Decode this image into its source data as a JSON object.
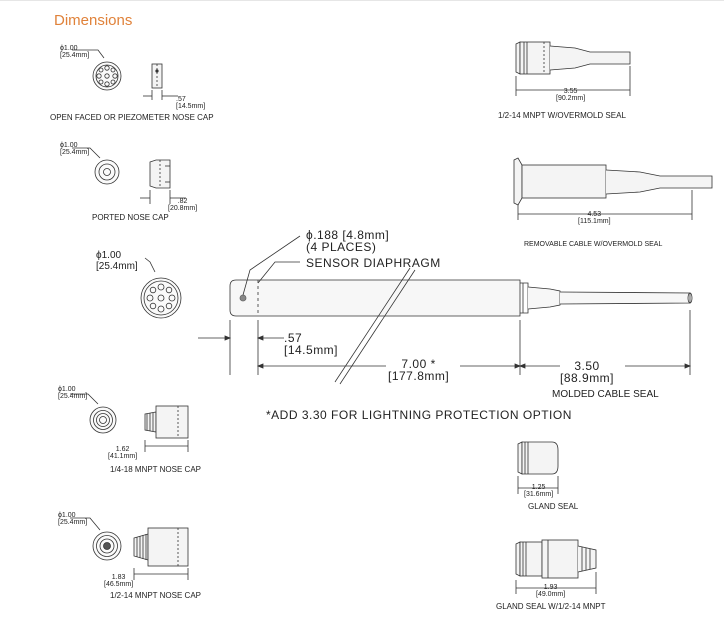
{
  "title": "Dimensions",
  "open_faced": {
    "dia": "ϕ1.00",
    "dia_mm": "[25.4mm]",
    "len": ".57",
    "len_mm": "[14.5mm]",
    "caption": "OPEN FACED OR PIEZOMETER NOSE CAP"
  },
  "ported": {
    "dia": "ϕ1.00",
    "dia_mm": "[25.4mm]",
    "len": ".82",
    "len_mm": "[20.8mm]",
    "caption": "PORTED NOSE CAP"
  },
  "main": {
    "end_dia": "ϕ1.00",
    "end_dia_mm": "[25.4mm]",
    "hole": "ϕ.188  [4.8mm]",
    "hole_count": "(4 PLACES)",
    "diaphragm": "SENSOR DIAPHRAGM",
    "nose_len": ".57",
    "nose_len_mm": "[14.5mm]",
    "body_len": "7.00 *",
    "body_len_mm": "[177.8mm]",
    "seal_len": "3.50",
    "seal_len_mm": "[88.9mm]",
    "seal_caption": "MOLDED CABLE SEAL",
    "note": "*ADD 3.30 FOR LIGHTNING PROTECTION OPTION"
  },
  "mnpt14": {
    "dia": "ϕ1.00",
    "dia_mm": "[25.4mm]",
    "len": "1.62",
    "len_mm": "[41.1mm]",
    "caption": "1/4-18 MNPT NOSE CAP"
  },
  "mnpt12": {
    "dia": "ϕ1.00",
    "dia_mm": "[25.4mm]",
    "len": "1.83",
    "len_mm": "[46.5mm]",
    "caption": "1/2-14 MNPT NOSE CAP"
  },
  "overmold": {
    "len": "3.55",
    "len_mm": "[90.2mm]",
    "caption": "1/2-14 MNPT W/OVERMOLD SEAL"
  },
  "removable": {
    "len": "4.53",
    "len_mm": "[115.1mm]",
    "caption": "REMOVABLE CABLE W/OVERMOLD SEAL"
  },
  "gland": {
    "len": "1.25",
    "len_mm": "[31.6mm]",
    "caption": "GLAND SEAL"
  },
  "gland_mnpt": {
    "len": "1.93",
    "len_mm": "[49.0mm]",
    "caption": "GLAND SEAL W/1/2-14 MNPT"
  }
}
